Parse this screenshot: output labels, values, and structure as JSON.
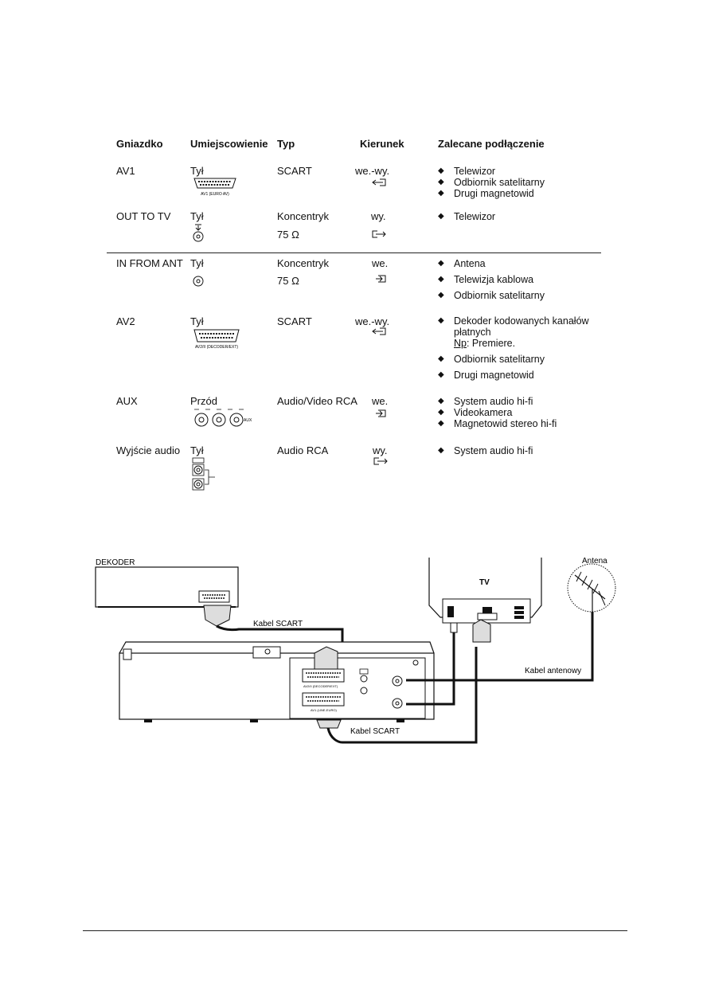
{
  "table": {
    "headers": [
      "Gniazdko",
      "Umiejscowienie",
      "Typ",
      "Kierunek",
      "Zalecane podłączenie"
    ],
    "rows": [
      {
        "socket": "AV1",
        "location": "Tył",
        "jack_label": "AV1 (EURO AV)",
        "type": "SCART",
        "type2": "",
        "direction": "we.-wy.",
        "connections": [
          "Telewizor",
          "Odbiornik satelitarny",
          "Drugi magnetowid"
        ]
      },
      {
        "socket": "OUT TO TV",
        "location": "Tył",
        "jack_label": "",
        "type": "Koncentryk",
        "type2": "75 Ω",
        "direction": "wy.",
        "connections": [
          "Telewizor"
        ]
      },
      {
        "socket": "IN FROM ANT",
        "location": "Tył",
        "jack_label": "",
        "type": "Koncentryk",
        "type2": "75 Ω",
        "direction": "we.",
        "connections": [
          "Antena",
          "Telewizja kablowa",
          "Odbiornik satelitarny"
        ]
      },
      {
        "socket": "AV2",
        "location": "Tył",
        "jack_label": "AV2/II (DECODER/EXT)",
        "type": "SCART",
        "type2": "",
        "direction": "we.-wy.",
        "connections": [
          "Dekoder kodowanych kanałów płatnych",
          "Odbiornik satelitarny",
          "Drugi magnetowid"
        ],
        "note_prefix": "Np",
        "note_text": ": Premiere."
      },
      {
        "socket": "AUX",
        "location": "Przód",
        "jack_label": "AUX",
        "type": "Audio/Video RCA",
        "type2": "",
        "direction": "we.",
        "connections": [
          "System audio hi-fi",
          "Videokamera",
          "Magnetowid stereo hi-fi"
        ]
      },
      {
        "socket": "Wyjście audio",
        "location": "Tył",
        "jack_label": "",
        "type": "Audio RCA",
        "type2": "",
        "direction": "wy.",
        "connections": [
          "System audio hi-fi"
        ]
      }
    ]
  },
  "diagram": {
    "decoder_label": "DEKODER",
    "tv_label": "TV",
    "antenna_label": "Antena",
    "cable_scart_top": "Kabel SCART",
    "cable_scart_bottom": "Kabel SCART",
    "cable_antenna": "Kabel antenowy",
    "panel_av2_label": "AV2/II (DECODER/EXT)",
    "panel_av1_label": "AV1 (LINE-EURO)"
  }
}
